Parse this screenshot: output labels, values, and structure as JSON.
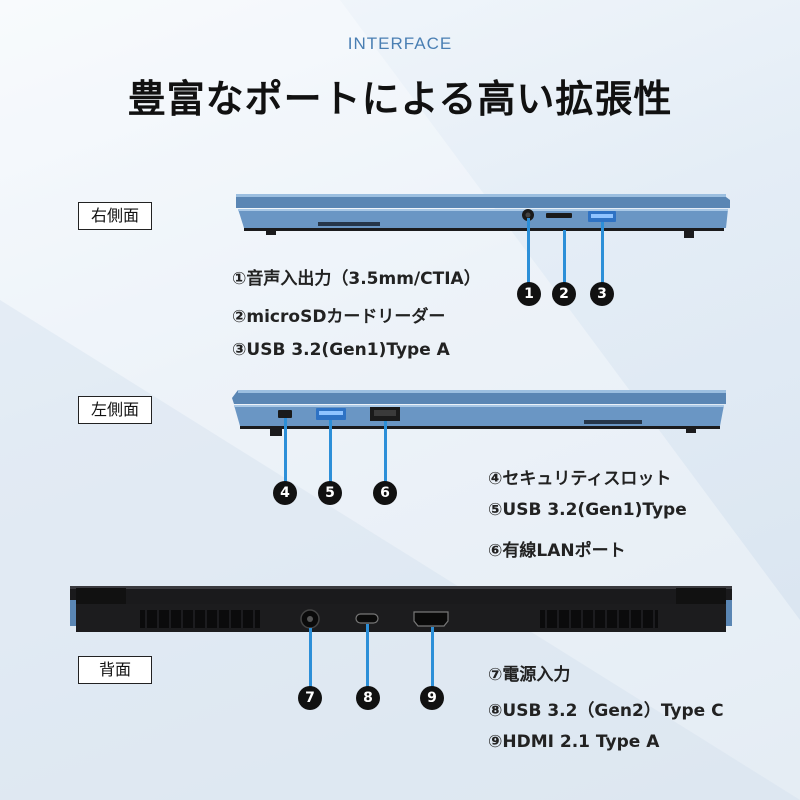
{
  "header": {
    "eyebrow": "INTERFACE",
    "title": "豊富なポートによる高い拡張性"
  },
  "sections": {
    "right": {
      "label": "右側面",
      "ports": [
        {
          "num": "1",
          "desc": "①音声入出力（3.5mm/CTIA）"
        },
        {
          "num": "2",
          "desc": "②microSDカードリーダー"
        },
        {
          "num": "3",
          "desc": "③USB 3.2(Gen1)Type A"
        }
      ]
    },
    "left": {
      "label": "左側面",
      "ports": [
        {
          "num": "4",
          "desc": "④セキュリティスロット"
        },
        {
          "num": "5",
          "desc": "⑤USB 3.2(Gen1)Type"
        },
        {
          "num": "6",
          "desc": "⑥有線LANポート"
        }
      ]
    },
    "back": {
      "label": "背面",
      "ports": [
        {
          "num": "7",
          "desc": "⑦電源入力"
        },
        {
          "num": "8",
          "desc": "⑧USB 3.2（Gen2）Type C"
        },
        {
          "num": "9",
          "desc": "⑨HDMI 2.1 Type A"
        }
      ]
    }
  },
  "colors": {
    "accent": "#2c8fd8",
    "chassis_blue": "#5c86b2",
    "chassis_dark": "#1c1c1e"
  }
}
